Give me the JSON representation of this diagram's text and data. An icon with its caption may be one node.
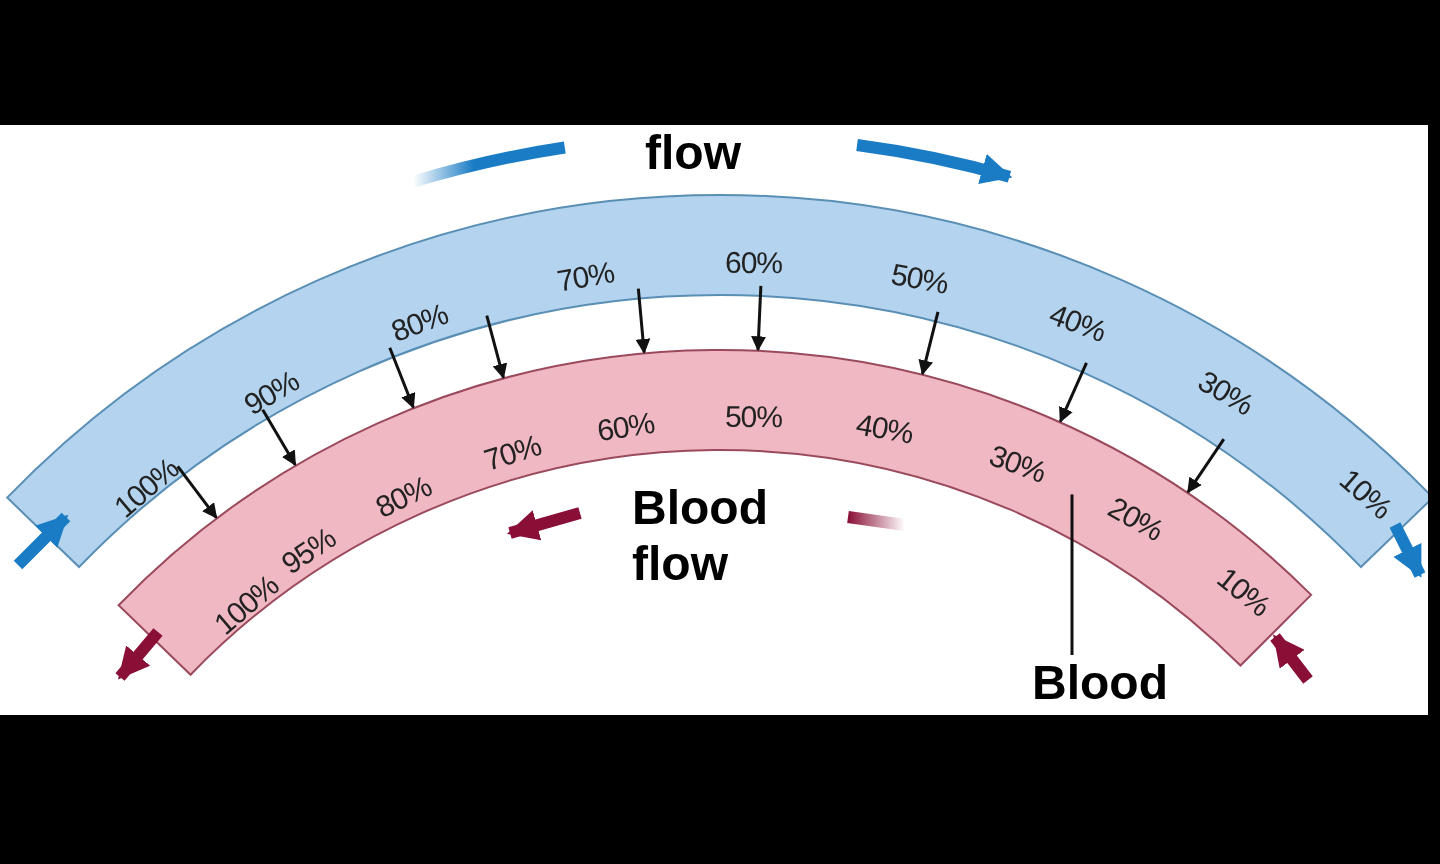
{
  "diagram": {
    "nodes": [
      {
        "text": [
          "100%",
          "90%",
          "80%",
          "70%",
          "60%",
          "50%",
          "40%",
          "30%",
          "10%"
        ]
      },
      {
        "text": [
          "100%",
          "95%",
          "80%",
          "70%",
          "60%",
          "50%",
          "40%",
          "30%",
          "20%",
          "10%"
        ]
      },
      {
        "text": [
          "Blood"
        ]
      }
    ],
    "edges": [
      {
        "from": 0,
        "to": 1,
        "arrow": "to"
      },
      {
        "from": 0,
        "to": 1,
        "arrow": "to"
      },
      {
        "from": 0,
        "to": 1,
        "arrow": "to"
      },
      {
        "from": 0,
        "to": 1,
        "arrow": "to"
      },
      {
        "from": 0,
        "to": 1,
        "arrow": "to"
      },
      {
        "from": 0,
        "to": 1,
        "arrow": "to"
      },
      {
        "from": 0,
        "to": 1,
        "arrow": "to"
      },
      {
        "from": 0,
        "to": 1,
        "arrow": "to"
      },
      {
        "from": 0,
        "to": 1,
        "arrow": "to"
      },
      {
        "from": 2,
        "to": 1,
        "arrow": "none"
      }
    ],
    "labels": [
      "flow",
      "Blood flow"
    ]
  }
}
